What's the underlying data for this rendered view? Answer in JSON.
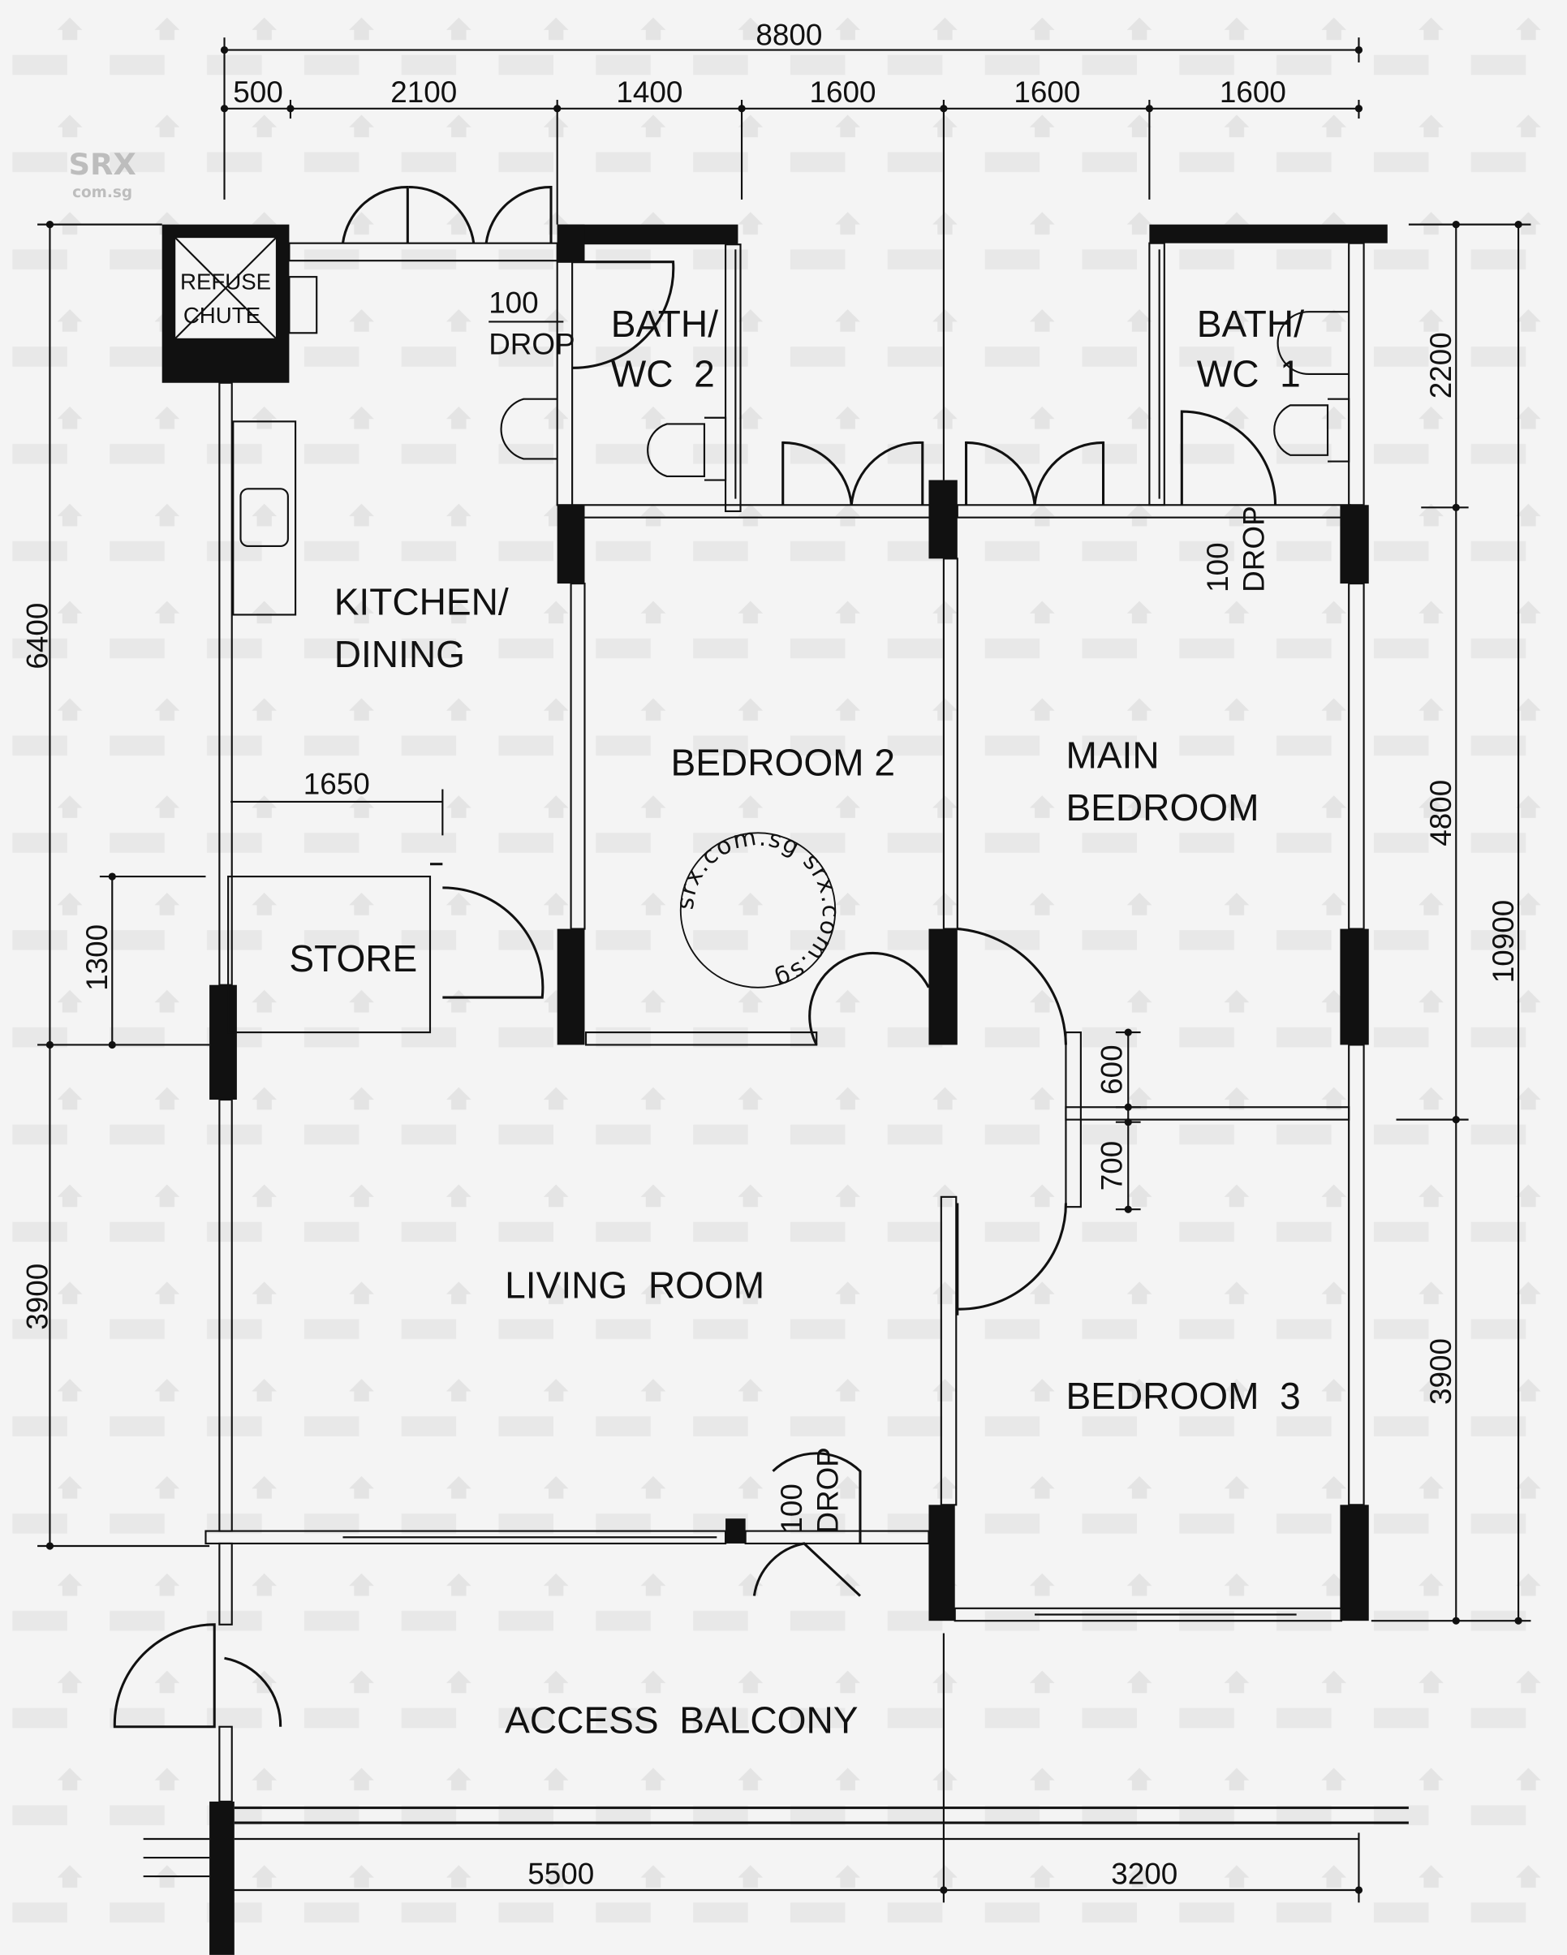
{
  "rooms": {
    "refuse_chute": [
      "REFUSE",
      "CHUTE"
    ],
    "bath_wc_2": [
      "BATH/",
      "WC  2"
    ],
    "bath_wc_1": [
      "BATH/",
      "WC  1"
    ],
    "kitchen_dining": [
      "KITCHEN/",
      "DINING"
    ],
    "bedroom_2": "BEDROOM 2",
    "main_bedroom": [
      "MAIN",
      "BEDROOM"
    ],
    "store": "STORE",
    "living_room": "LIVING  ROOM",
    "bedroom_3": "BEDROOM  3",
    "access_balcony": "ACCESS  BALCONY"
  },
  "drops": {
    "kitchen": [
      "100",
      "DROP"
    ],
    "main_bedroom": [
      "100",
      "DROP"
    ],
    "living": [
      "100",
      "DROP"
    ]
  },
  "dimensions": {
    "top_total": "8800",
    "top_segments": [
      "500",
      "2100",
      "1400",
      "1600",
      "1600",
      "1600"
    ],
    "left": [
      "6400",
      "3900"
    ],
    "store_height": "1300",
    "kitchen_width": "1650",
    "right_inner": [
      "2200",
      "4800",
      "3900"
    ],
    "right_total": "10900",
    "corridor": [
      "600",
      "700"
    ],
    "bottom": [
      "5500",
      "3200"
    ]
  },
  "watermark": {
    "brand": "SRX",
    "sub": "com.sg",
    "stamp": "srx.com.sg  srx.com.sg  "
  },
  "colors": {
    "line": "#111111",
    "background": "#f4f4f4",
    "watermark": "#e2e2e2"
  }
}
